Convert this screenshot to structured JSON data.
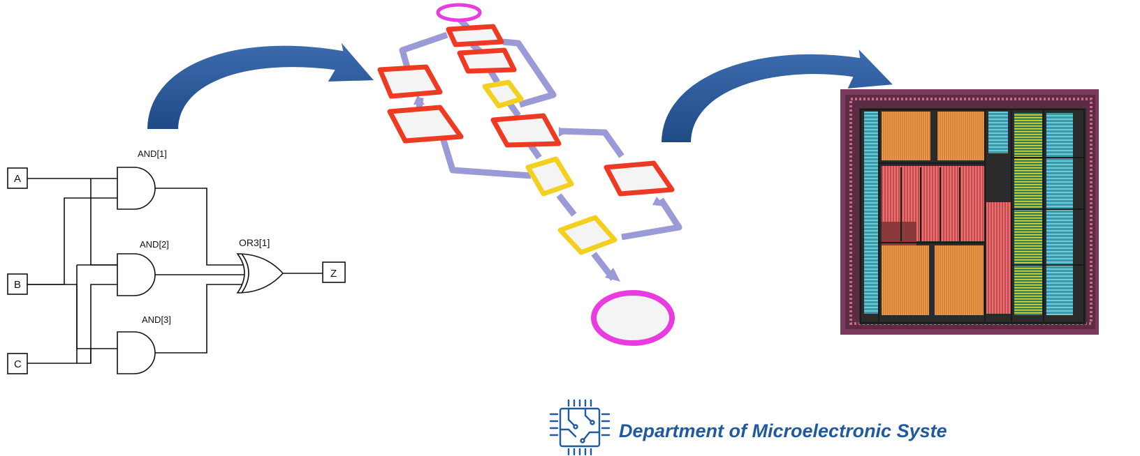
{
  "circuit": {
    "gates": [
      {
        "id": "and1",
        "label": "AND[1]"
      },
      {
        "id": "and2",
        "label": "AND[2]"
      },
      {
        "id": "and3",
        "label": "AND[3]"
      },
      {
        "id": "or3",
        "label": "OR3[1]"
      }
    ],
    "inputs": [
      "A",
      "B",
      "C"
    ],
    "output": "Z"
  },
  "flowchart": {
    "colors": {
      "start_end": "#e83ce0",
      "process": "#ee3a22",
      "decision": "#f3cf1f",
      "connector": "#9a9ad6"
    }
  },
  "arrows": {
    "color": "#2f5b9a"
  },
  "chip": {
    "frame_color": "#7b3a5c"
  },
  "footer": {
    "department": "Department of Microelectronic Syste",
    "logo_icon": "circuit-chip-icon",
    "color": "#1f5a9e"
  }
}
